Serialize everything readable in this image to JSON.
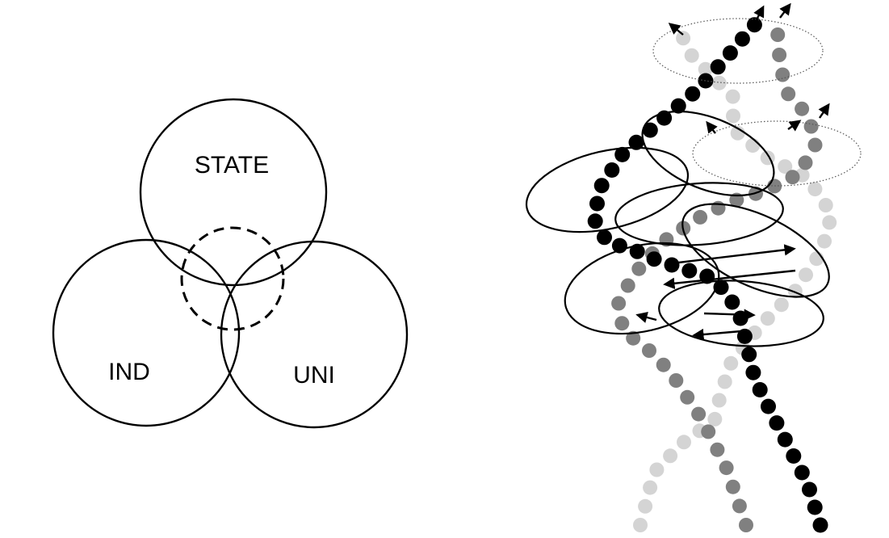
{
  "venn": {
    "labels": {
      "state": "STATE",
      "ind": "IND",
      "uni": "UNI"
    }
  },
  "helix": {
    "strand_colors": {
      "dark": "#000000",
      "mid": "#808080",
      "light": "#d4d4d4"
    }
  }
}
